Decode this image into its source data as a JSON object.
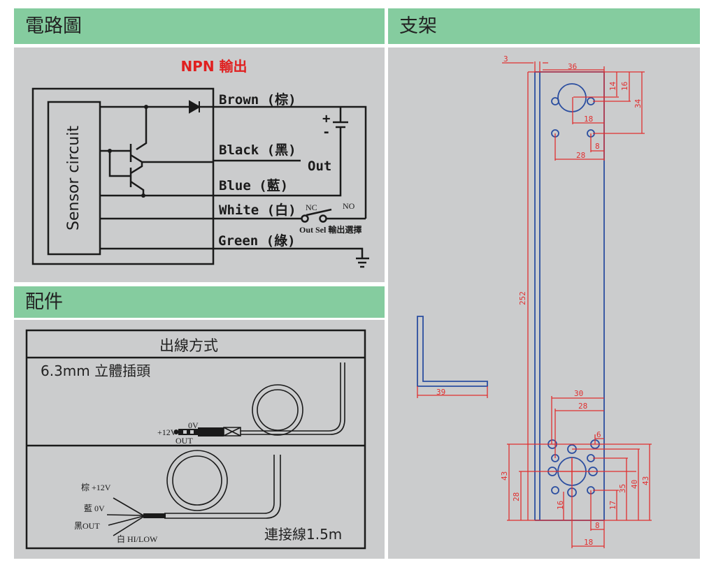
{
  "headers": {
    "circuit": "電路圖",
    "bracket": "支架",
    "accessories": "配件"
  },
  "circuit": {
    "title": "NPN 輸出",
    "title_color": "#e02020",
    "sensor_label": "Sensor circuit",
    "wires": [
      "Brown (棕)",
      "Black (黑)",
      "Blue (藍)",
      "White (白)",
      "Green (綠)"
    ],
    "out": "Out",
    "plus": "+",
    "minus": "-",
    "nc": "NC",
    "no": "NO",
    "out_sel": "Out Sel 輸出選擇"
  },
  "accessories": {
    "table_title": "出線方式",
    "plug_title": "6.3mm 立體插頭",
    "plug_pins": [
      "0V",
      "+12V",
      "OUT"
    ],
    "cable_wires": [
      "棕 +12V",
      "藍 0V",
      "黑OUT",
      "白 HI/LOW"
    ],
    "cable_title": "連接線1.5m"
  },
  "bracket": {
    "top_dims": [
      "3",
      "36",
      "14",
      "16",
      "34",
      "18",
      "8",
      "28"
    ],
    "length": "252",
    "profile": "39",
    "bottom_dims": [
      "30",
      "28",
      "6",
      "43",
      "28",
      "16",
      "17",
      "35",
      "40",
      "43",
      "8",
      "18"
    ],
    "line_color": "#2b4ea0",
    "dim_color": "#e03030"
  }
}
